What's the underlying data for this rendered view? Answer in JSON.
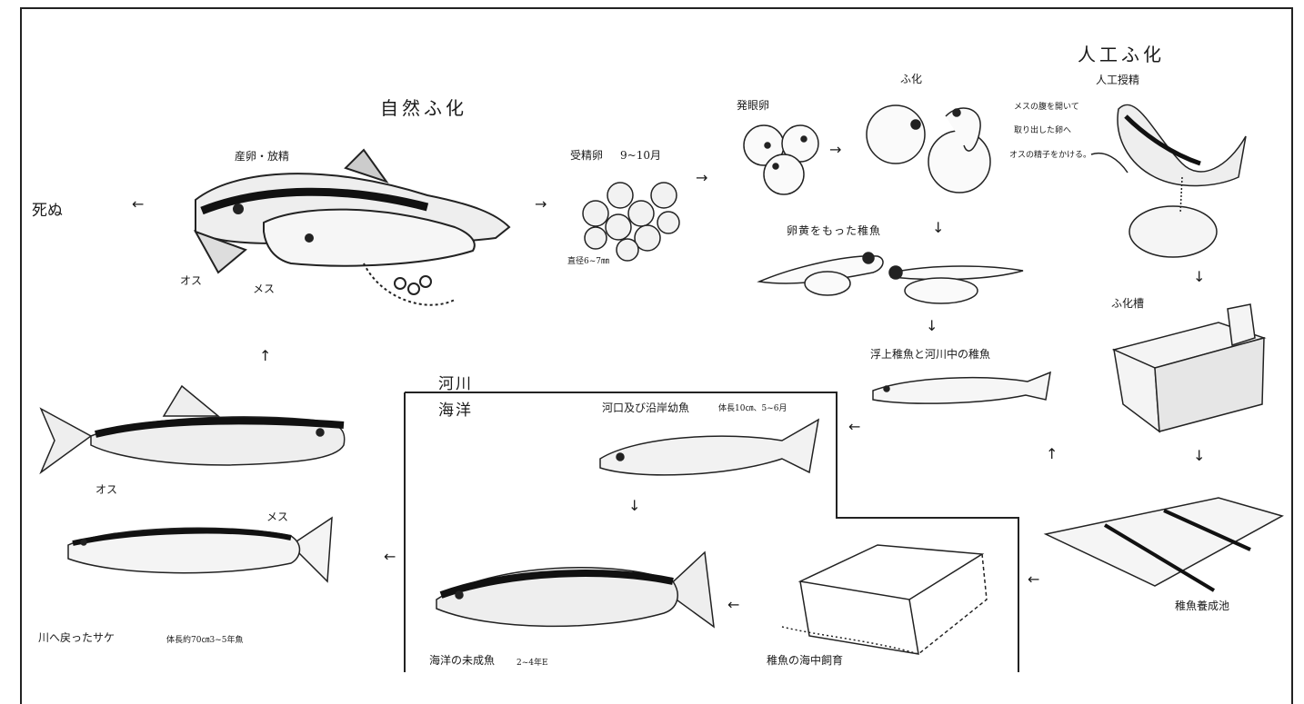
{
  "headings": {
    "natural": "自然ふ化",
    "artificial": "人工ふ化",
    "river": "河川",
    "ocean": "海洋"
  },
  "labels": {
    "die": "死ぬ",
    "spawning": "産卵・放精",
    "male_top": "オス",
    "female_top": "メス",
    "fertilized_eggs": "受精卵",
    "fertilized_months": "9~10月",
    "egg_diameter": "直径6~7㎜",
    "eyed_eggs": "発眼卵",
    "hatching": "ふ化",
    "artificial_insemination": "人工授精",
    "insemination_note_1": "メスの腹を開いて",
    "insemination_note_2": "取り出した卵へ",
    "insemination_note_3": "オスの精子をかける。",
    "yolk_fry": "卵黄をもった稚魚",
    "hatch_tank": "ふ化槽",
    "emerged_fry": "浮上稚魚と河川中の稚魚",
    "estuary_juvenile": "河口及び沿岸幼魚",
    "estuary_size": "体長10㎝、5~6月",
    "returned_salmon": "川へ戻ったサケ",
    "returned_size": "体長約70㎝3~5年魚",
    "male_bottom": "オス",
    "female_bottom": "メス",
    "ocean_immature": "海洋の未成魚",
    "ocean_years": "2~4年E",
    "sea_rearing": "稚魚の海中飼育",
    "rearing_pond": "稚魚養成池"
  },
  "icons": {
    "arrow_left": "←",
    "arrow_right": "→",
    "arrow_up": "↑",
    "arrow_down": "↓"
  }
}
